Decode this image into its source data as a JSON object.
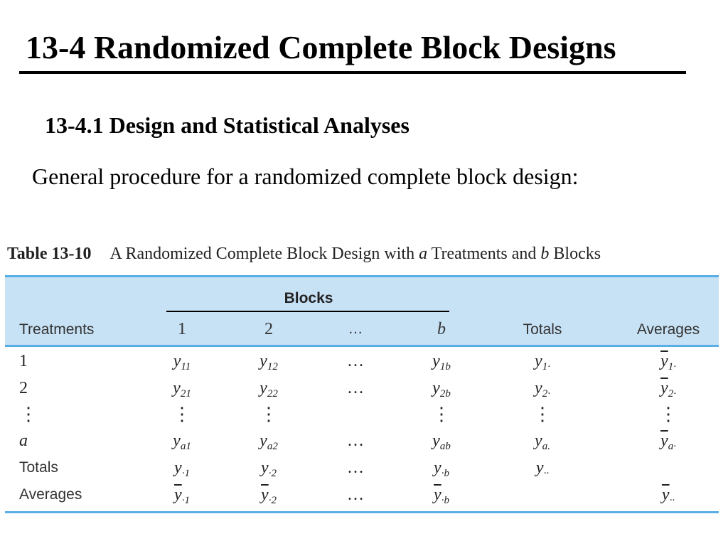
{
  "slide": {
    "title": "13-4 Randomized Complete Block Designs",
    "subtitle": "13-4.1 Design and Statistical Analyses",
    "body": "General procedure for a randomized complete block design:"
  },
  "table": {
    "label": "Table 13-10",
    "caption_parts": [
      "A Randomized Complete Block Design with ",
      "a",
      " Treatments and ",
      "b",
      " Blocks"
    ],
    "header": {
      "blocks": "Blocks",
      "treatments": "Treatments",
      "block_cols": [
        "1",
        "2",
        "…",
        "b"
      ],
      "totals": "Totals",
      "averages": "Averages"
    },
    "rows": [
      {
        "label": "1",
        "cells": [
          "y11",
          "y12",
          "…",
          "y1b",
          "y1·",
          "ȳ1·"
        ]
      },
      {
        "label": "2",
        "cells": [
          "y21",
          "y22",
          "…",
          "y2b",
          "y2·",
          "ȳ2·"
        ]
      },
      {
        "label": "⋮",
        "cells": [
          "⋮",
          "⋮",
          "",
          "⋮",
          "⋮",
          "⋮"
        ]
      },
      {
        "label": "a",
        "cells": [
          "ya1",
          "ya2",
          "…",
          "yab",
          "ya.",
          "ȳa·"
        ]
      },
      {
        "label": "Totals",
        "cells": [
          "y·1",
          "y·2",
          "…",
          "y·b",
          "y··",
          ""
        ]
      },
      {
        "label": "Averages",
        "cells": [
          "ȳ·1",
          "ȳ·2",
          "…",
          "ȳ·b",
          "",
          "ȳ··"
        ]
      }
    ]
  },
  "colors": {
    "header_band": "#c7e1f5",
    "rule": "#5aaee6"
  }
}
